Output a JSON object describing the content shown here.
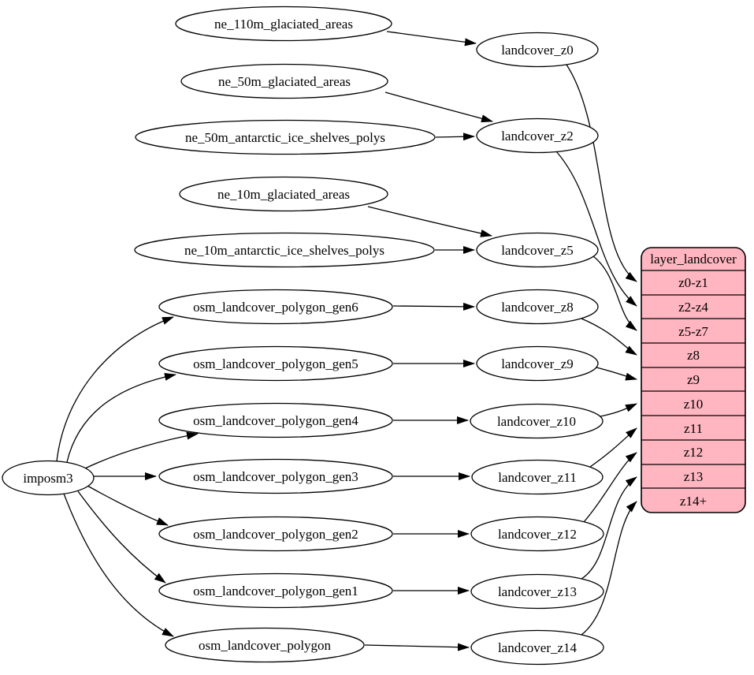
{
  "colors": {
    "background": "#ffffff",
    "node_fill": "#ffffff",
    "stroke": "#000000",
    "table_fill": "#ffb6c1"
  },
  "nodes": {
    "imposm3": "imposm3",
    "ne_110m_glaciated_areas": "ne_110m_glaciated_areas",
    "ne_50m_glaciated_areas": "ne_50m_glaciated_areas",
    "ne_50m_antarctic_ice_shelves_polys": "ne_50m_antarctic_ice_shelves_polys",
    "ne_10m_glaciated_areas": "ne_10m_glaciated_areas",
    "ne_10m_antarctic_ice_shelves_polys": "ne_10m_antarctic_ice_shelves_polys",
    "osm_landcover_polygon_gen6": "osm_landcover_polygon_gen6",
    "osm_landcover_polygon_gen5": "osm_landcover_polygon_gen5",
    "osm_landcover_polygon_gen4": "osm_landcover_polygon_gen4",
    "osm_landcover_polygon_gen3": "osm_landcover_polygon_gen3",
    "osm_landcover_polygon_gen2": "osm_landcover_polygon_gen2",
    "osm_landcover_polygon_gen1": "osm_landcover_polygon_gen1",
    "osm_landcover_polygon": "osm_landcover_polygon",
    "landcover_z0": "landcover_z0",
    "landcover_z2": "landcover_z2",
    "landcover_z5": "landcover_z5",
    "landcover_z8": "landcover_z8",
    "landcover_z9": "landcover_z9",
    "landcover_z10": "landcover_z10",
    "landcover_z11": "landcover_z11",
    "landcover_z12": "landcover_z12",
    "landcover_z13": "landcover_z13",
    "landcover_z14": "landcover_z14"
  },
  "table": {
    "title": "layer_landcover",
    "rows": [
      "z0-z1",
      "z2-z4",
      "z5-z7",
      "z8",
      "z9",
      "z10",
      "z11",
      "z12",
      "z13",
      "z14+"
    ]
  }
}
